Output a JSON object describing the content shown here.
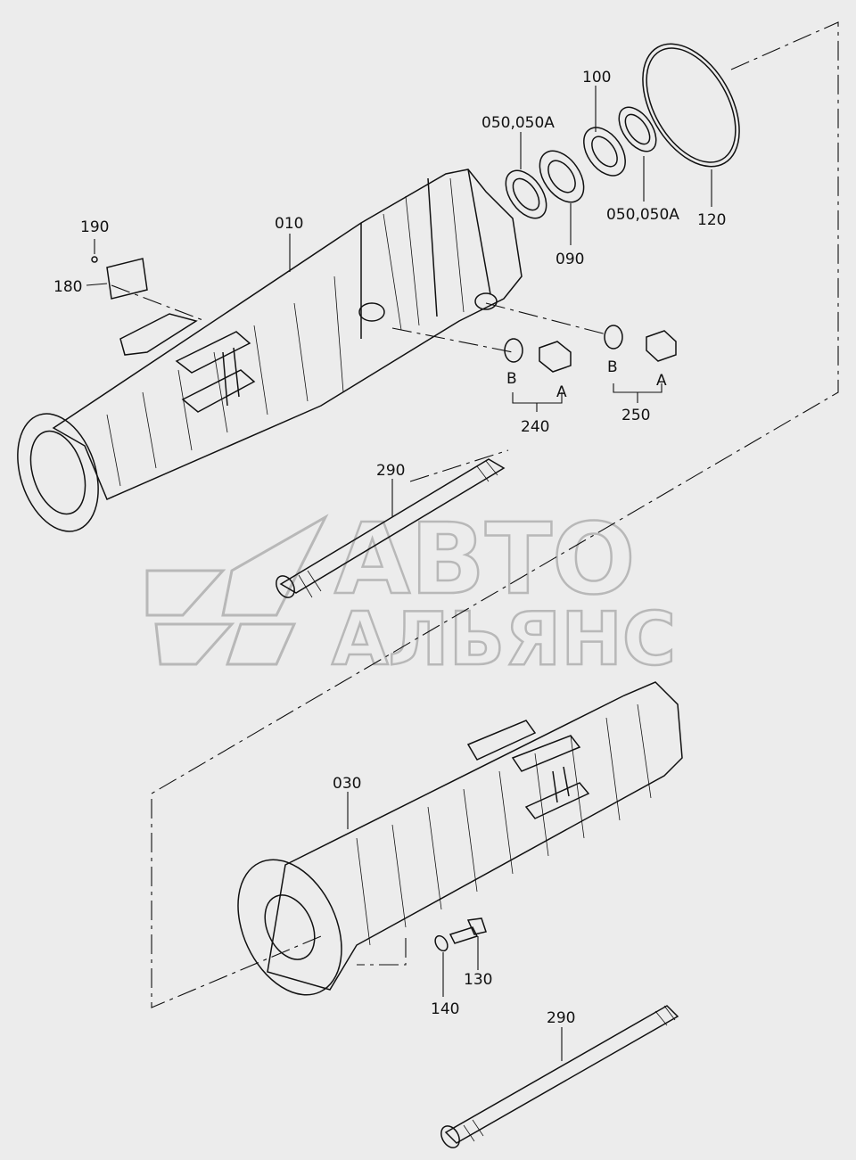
{
  "callouts": [
    {
      "id": "190",
      "text": "190"
    },
    {
      "id": "180",
      "text": "180"
    },
    {
      "id": "010",
      "text": "010"
    },
    {
      "id": "050a-top",
      "text": "050,050A"
    },
    {
      "id": "100",
      "text": "100"
    },
    {
      "id": "050a-bottom",
      "text": "050,050A"
    },
    {
      "id": "120",
      "text": "120"
    },
    {
      "id": "090",
      "text": "090"
    },
    {
      "id": "b-240",
      "text": "B"
    },
    {
      "id": "a-240",
      "text": "A"
    },
    {
      "id": "240",
      "text": "240"
    },
    {
      "id": "b-250",
      "text": "B"
    },
    {
      "id": "a-250",
      "text": "A"
    },
    {
      "id": "250",
      "text": "250"
    },
    {
      "id": "290-top",
      "text": "290"
    },
    {
      "id": "030",
      "text": "030"
    },
    {
      "id": "130",
      "text": "130"
    },
    {
      "id": "140",
      "text": "140"
    },
    {
      "id": "290-bottom",
      "text": "290"
    }
  ],
  "watermark": {
    "line1": "АВТО",
    "line2": "АЛЬЯНС"
  },
  "colors": {
    "background": "#ececec",
    "ink": "#111111",
    "watermark": "#b8b8b8"
  }
}
